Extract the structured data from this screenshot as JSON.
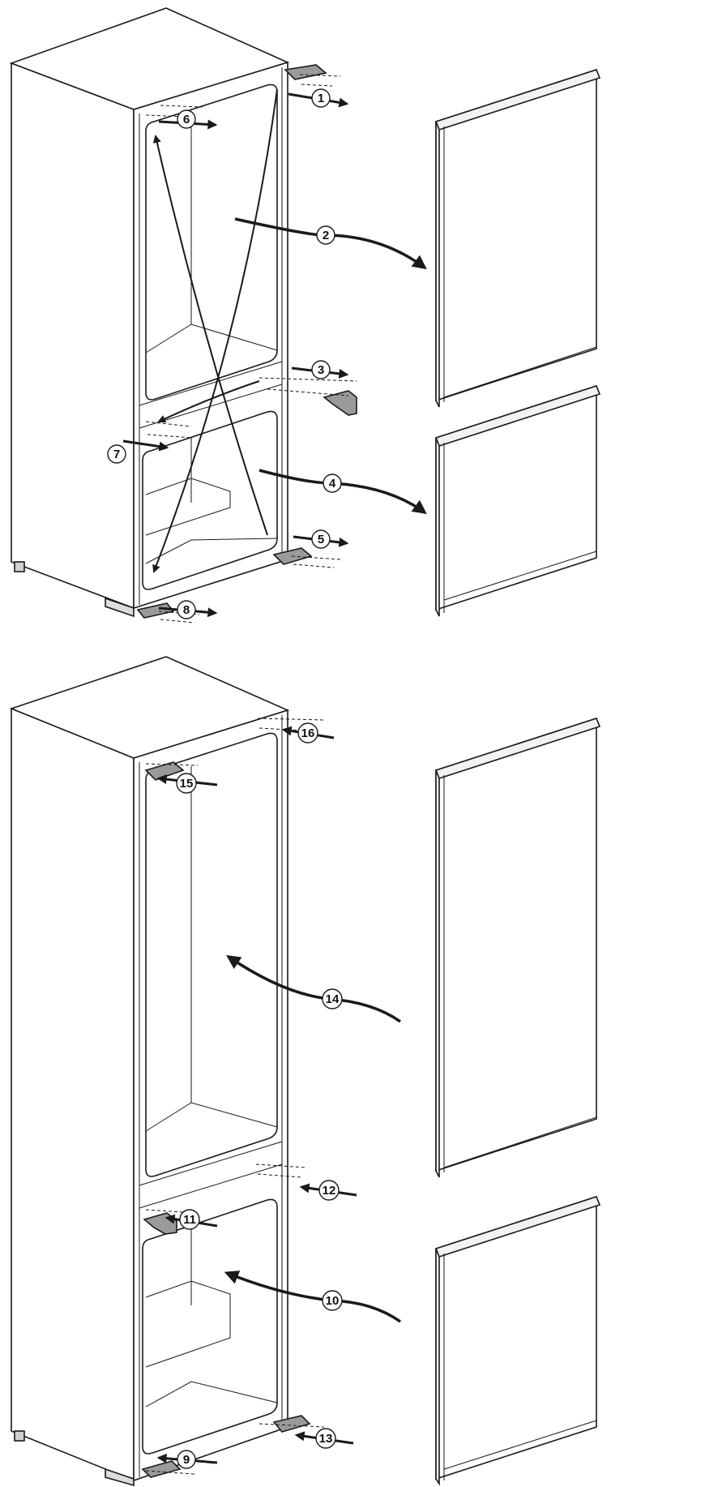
{
  "diagram": {
    "colors": {
      "line": "#1a1a1a",
      "cabinet_front": "#ffffff",
      "cabinet_side": "#ffffff",
      "door_edge": "#f2f2f2",
      "hinge": "#9a9a9a",
      "callout_bg": "#ffffff"
    },
    "top_figure": {
      "callouts": [
        "1",
        "2",
        "3",
        "4",
        "5",
        "6",
        "7",
        "8"
      ]
    },
    "bottom_figure": {
      "callouts": [
        "9",
        "10",
        "11",
        "12",
        "13",
        "14",
        "15",
        "16"
      ]
    }
  }
}
